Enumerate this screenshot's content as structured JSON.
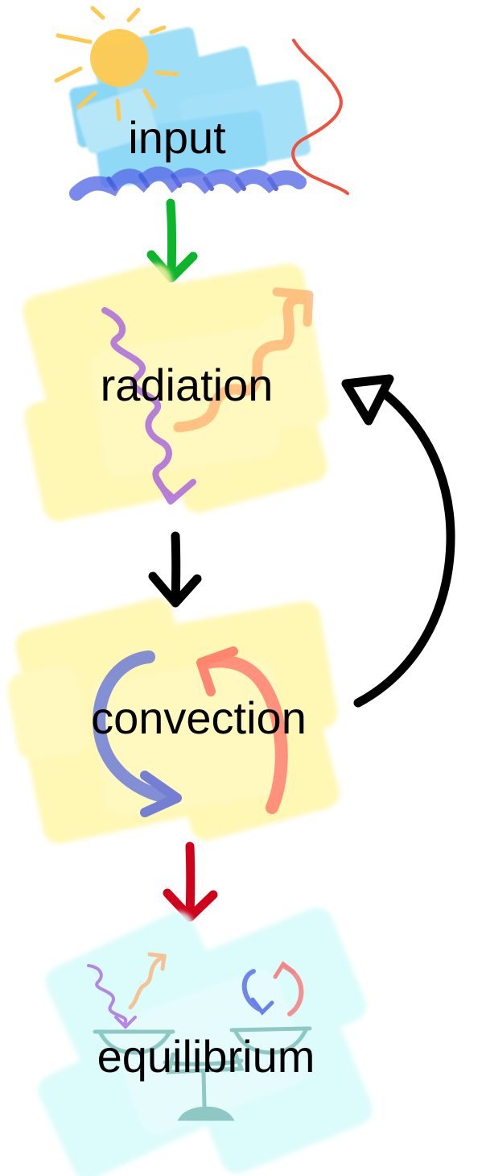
{
  "nodes": {
    "input": {
      "label": "input"
    },
    "radiation": {
      "label": "radiation"
    },
    "convection": {
      "label": "convection"
    },
    "equilibrium": {
      "label": "equilibrium"
    }
  },
  "colors": {
    "input_wash": "#7fd4f5",
    "water_wave": "#5a6de8",
    "sun": "#ffc94f",
    "sun_rays": "#ffc94f",
    "red_wave": "#f0503c",
    "radiation_wash": "#fff6a8",
    "convection_wash": "#fff6a8",
    "equilibrium_wash": "#d9fbfb",
    "arrow_input_to_radiation": "#0cb52b",
    "arrow_radiation_to_convection": "#000000",
    "arrow_convection_to_equilibrium": "#d0021b",
    "arrow_feedback": "#000000",
    "purple_wave": "#a660dd",
    "orange_wave": "#ffab6a",
    "blue_circulation": "#4057e0",
    "red_circulation": "#ff5a5a",
    "balance_scale": "#8ec8c4"
  },
  "icons": [
    "sun-icon",
    "water-wave-icon",
    "red-wave-icon",
    "purple-wavy-arrow-icon",
    "orange-wavy-arrow-icon",
    "blue-curved-arrow-icon",
    "red-curved-arrow-icon",
    "balance-scale-icon"
  ]
}
